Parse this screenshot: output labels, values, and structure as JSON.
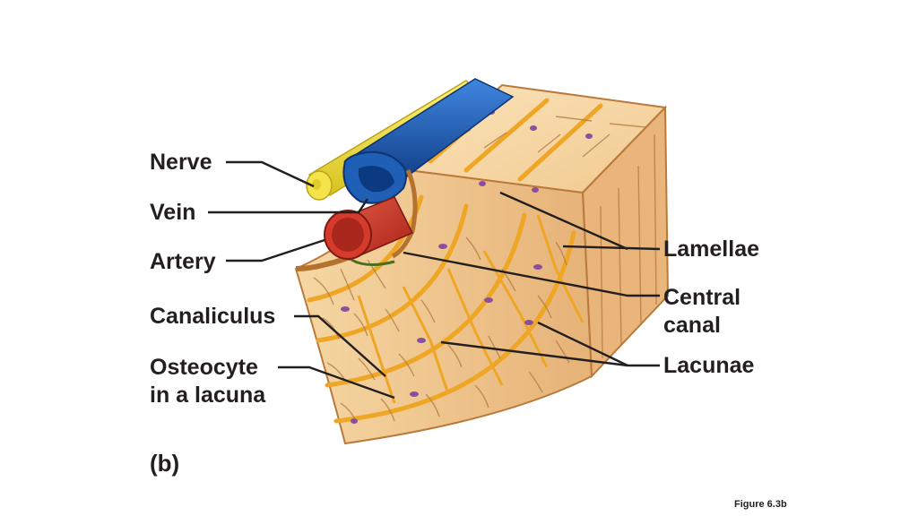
{
  "labels": {
    "nerve": "Nerve",
    "vein": "Vein",
    "artery": "Artery",
    "canaliculus": "Canaliculus",
    "osteocyte_line1": "Osteocyte",
    "osteocyte_line2": "in a lacuna",
    "lamellae": "Lamellae",
    "central_line1": "Central",
    "central_line2": "canal",
    "lacunae": "Lacunae"
  },
  "panel_letter": "(b)",
  "figure_caption": "Figure 6.3b",
  "colors": {
    "bone_light": "#f8d9a6",
    "bone_mid": "#ecc189",
    "bone_dark": "#d39a5a",
    "bone_edge": "#a86b33",
    "canal_orange": "#f0a922",
    "osteocyte_purple": "#8a4f9e",
    "nerve_yellow": "#f5e34a",
    "vein_blue": "#1f5fb5",
    "artery_red": "#d63a2a",
    "leader_line": "#231f20"
  }
}
